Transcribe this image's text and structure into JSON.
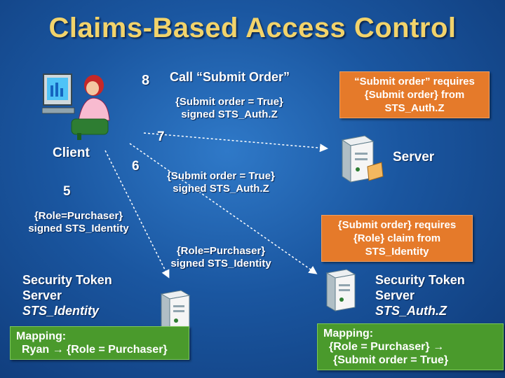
{
  "title": "Claims-Based Access Control",
  "labels": {
    "step8": "8",
    "call_submit": "Call “Submit Order”",
    "token_line1": "{Submit order = True}",
    "token_line2": "signed STS_Auth.Z",
    "step7": "7",
    "client": "Client",
    "step6": "6",
    "token2_line1": "{Submit order = True}",
    "token2_line2": "signed STS_Auth.Z",
    "step5": "5",
    "server": "Server",
    "role_line1": "{Role=Purchaser}",
    "role_line2": "signed STS_Identity",
    "role2_line1": "{Role=Purchaser}",
    "role2_line2": "signed STS_Identity",
    "sts_identity_line1": "Security Token",
    "sts_identity_line2": "Server",
    "sts_identity_line3": "STS_Identity",
    "sts_authz_line1": "Security Token",
    "sts_authz_line2": "Server",
    "sts_authz_line3": "STS_Auth.Z"
  },
  "callouts": {
    "server_req_line1": "“Submit order” requires",
    "server_req_line2": "{Submit order} from",
    "server_req_line3": "STS_Auth.Z",
    "authz_req_line1": "{Submit order} requires",
    "authz_req_line2": "{Role} claim from",
    "authz_req_line3": "STS_Identity"
  },
  "mappings": {
    "identity_header": "Mapping:",
    "identity_line": "Ryan → {Role = Purchaser}",
    "authz_header": "Mapping:",
    "authz_line1": "{Role = Purchaser} →",
    "authz_line2": "{Submit order = True}"
  },
  "colors": {
    "title": "#f2d36b",
    "callout": "#e57a2a",
    "mapping": "#4a9a2c",
    "background": "#1a56a0"
  }
}
